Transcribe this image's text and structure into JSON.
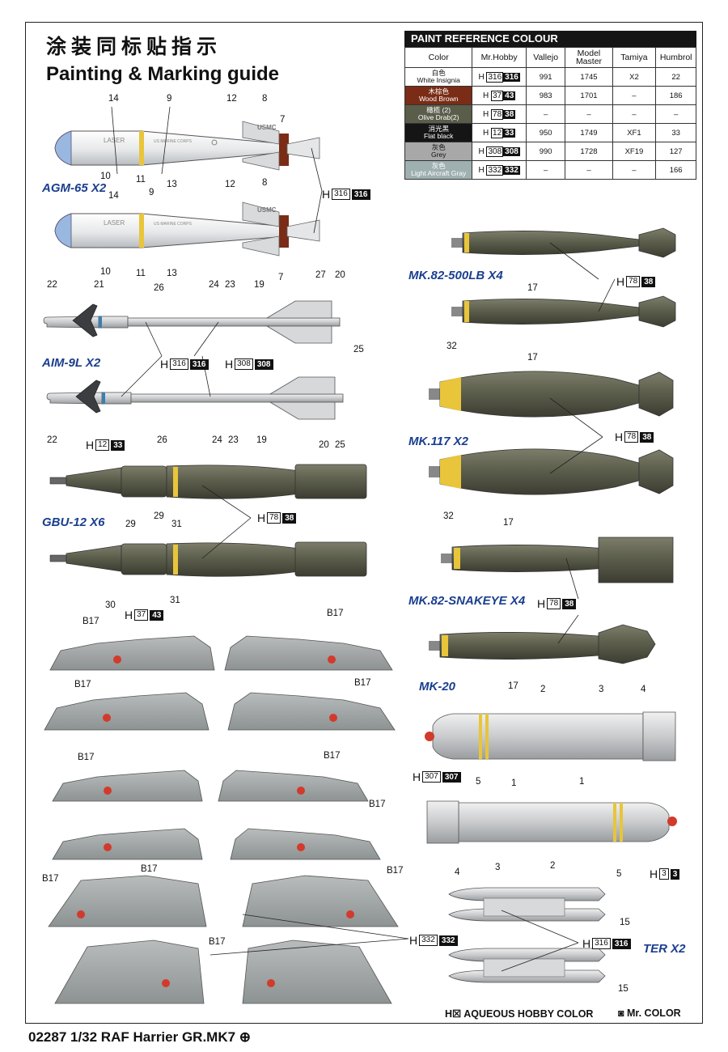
{
  "header": {
    "title_cn": "涂装同标贴指示",
    "title_en": "Painting & Marking guide"
  },
  "paint_table": {
    "title": "PAINT  REFERENCE COLOUR",
    "columns": [
      "Color",
      "Mr.Hobby",
      "Vallejo",
      "Model Master",
      "Tamiya",
      "Humbrol"
    ],
    "rows": [
      {
        "cn": "白色",
        "en": "White Insignia",
        "h": "316",
        "mr": "316",
        "vallejo": "991",
        "mm": "1745",
        "tamiya": "X2",
        "humbrol": "22",
        "bg": "#ffffff",
        "fg": "#111111"
      },
      {
        "cn": "木棕色",
        "en": "Wood Brown",
        "h": "37",
        "mr": "43",
        "vallejo": "983",
        "mm": "1701",
        "tamiya": "–",
        "humbrol": "186",
        "bg": "#7a2c16",
        "fg": "#ffffff"
      },
      {
        "cn": "橄榄 (2)",
        "en": "Olive Drab(2)",
        "h": "78",
        "mr": "38",
        "vallejo": "–",
        "mm": "–",
        "tamiya": "–",
        "humbrol": "–",
        "bg": "#5b5d4b",
        "fg": "#ffffff"
      },
      {
        "cn": "消光黑",
        "en": "Flat black",
        "h": "12",
        "mr": "33",
        "vallejo": "950",
        "mm": "1749",
        "tamiya": "XF1",
        "humbrol": "33",
        "bg": "#151515",
        "fg": "#ffffff"
      },
      {
        "cn": "灰色",
        "en": "Grey",
        "h": "308",
        "mr": "308",
        "vallejo": "990",
        "mm": "1728",
        "tamiya": "XF19",
        "humbrol": "127",
        "bg": "#a8a8a8",
        "fg": "#111111"
      },
      {
        "cn": "灰色",
        "en": "Light Aircraft Gray",
        "h": "332",
        "mr": "332",
        "vallejo": "–",
        "mm": "–",
        "tamiya": "–",
        "humbrol": "166",
        "bg": "#9fb0b0",
        "fg": "#ffffff"
      }
    ]
  },
  "groups": {
    "agm65": "AGM-65 X2",
    "aim9l": "AIM-9L X2",
    "gbu12": "GBU-12 X6",
    "mk82": "MK.82-500LB X4",
    "mk117": "MK.117 X2",
    "snakeye": "MK.82-SNAKEYE X4",
    "mk20": "MK-20",
    "ter": "TER X2"
  },
  "missile_text": {
    "laser": "LASER",
    "usmc": "USMC",
    "marine": "US MARINE CORPS"
  },
  "part_numbers": {
    "agm_top": [
      "14",
      "9",
      "12",
      "8",
      "7"
    ],
    "agm_bottom": [
      "10",
      "11",
      "13"
    ],
    "agm2_top": [
      "14",
      "9",
      "12",
      "8"
    ],
    "agm2_bottom": [
      "10",
      "11",
      "13",
      "7"
    ],
    "aim_top": [
      "22",
      "21",
      "26",
      "24",
      "23",
      "19",
      "27",
      "20",
      "25"
    ],
    "aim_bottom": [
      "22",
      "26",
      "24",
      "23",
      "19",
      "20",
      "25"
    ],
    "gbu": [
      "29",
      "29",
      "31",
      "30",
      "31"
    ],
    "mk82": [
      "17",
      "17"
    ],
    "mk117": [
      "32",
      "32"
    ],
    "snakeye": [
      "17",
      "17"
    ],
    "mk20": [
      "2",
      "3",
      "4",
      "5",
      "1",
      "1",
      "4",
      "3",
      "2",
      "5"
    ],
    "pylon": "B17",
    "ter": [
      "15",
      "15"
    ]
  },
  "callouts": {
    "agm": {
      "h": "316",
      "mr": "316"
    },
    "aim_white": {
      "h": "316",
      "mr": "316"
    },
    "aim_grey": {
      "h": "308",
      "mr": "308"
    },
    "aim_black": {
      "h": "12",
      "mr": "33"
    },
    "gbu_olive": {
      "h": "78",
      "mr": "38"
    },
    "gbu_brown": {
      "h": "37",
      "mr": "43"
    },
    "mk82_olive": {
      "h": "78",
      "mr": "38"
    },
    "mk117_olive": {
      "h": "78",
      "mr": "38"
    },
    "snakeye_olive": {
      "h": "78",
      "mr": "38"
    },
    "mk20_a": {
      "h": "307",
      "mr": "307"
    },
    "mk20_b": {
      "h": "3",
      "mr": "3"
    },
    "pylon_gray": {
      "h": "332",
      "mr": "332"
    },
    "ter_white": {
      "h": "316",
      "mr": "316"
    }
  },
  "legend": {
    "aqueous": "H☒ AQUEOUS HOBBY COLOR",
    "mrcolor": "◙ Mr. COLOR"
  },
  "footer": "02287 1/32 RAF Harrier GR.MK7  ⊕",
  "colors": {
    "olive": "#5b5d4b",
    "yellow": "#e8c53a",
    "brown": "#7a2c16",
    "missile_white": "#eceef0",
    "pylon_gray": "#9ea3a3",
    "red_marking": "#d23a2c",
    "blue_group": "#1a3e8f"
  }
}
